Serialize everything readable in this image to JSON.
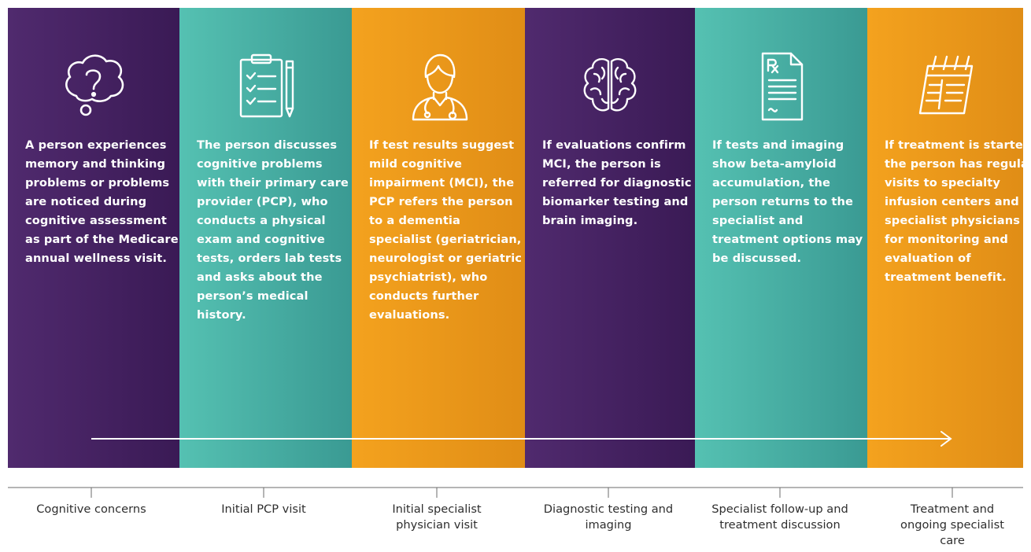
{
  "panels": [
    {
      "text": "A person experiences memory and thinking problems or problems are noticed during cognitive assessment as part of the Medicare annual wellness visit.",
      "icon": "question-bubble-icon"
    },
    {
      "text": "The person discusses cognitive problems with their primary care provider (PCP), who conducts a physical exam and cognitive tests, orders lab tests and asks about the person’s medical history.",
      "icon": "clipboard-checklist-icon"
    },
    {
      "text": "If test results suggest mild cognitive impairment (MCI), the PCP refers the person to a dementia specialist (geriatrician, neurologist or geriatric psychiatrist), who conducts further evaluations.",
      "icon": "doctor-icon"
    },
    {
      "text": "If evaluations confirm MCI, the person is referred for diagnostic biomarker testing and brain imaging.",
      "icon": "brain-icon"
    },
    {
      "text": "If tests and imaging show beta-amyloid accumulation, the person returns to the specialist and treatment options may be discussed.",
      "icon": "prescription-icon"
    },
    {
      "text": "If treatment is started, the person has regular visits to specialty infusion centers and specialist physicians for monitoring and evaluation of treatment benefit.",
      "icon": "calendar-icon"
    }
  ],
  "stages": [
    {
      "label": "Cognitive concerns"
    },
    {
      "label": "Initial PCP visit"
    },
    {
      "label": "Initial specialist physician visit"
    },
    {
      "label": "Diagnostic testing and imaging"
    },
    {
      "label": "Specialist follow-up and treatment discussion"
    },
    {
      "label": "Treatment and ongoing specialist care"
    }
  ],
  "colors": {
    "purple": "#4a2466",
    "teal": "#4db3a8",
    "orange": "#f29b1a",
    "label_text": "#2e2e2e"
  }
}
